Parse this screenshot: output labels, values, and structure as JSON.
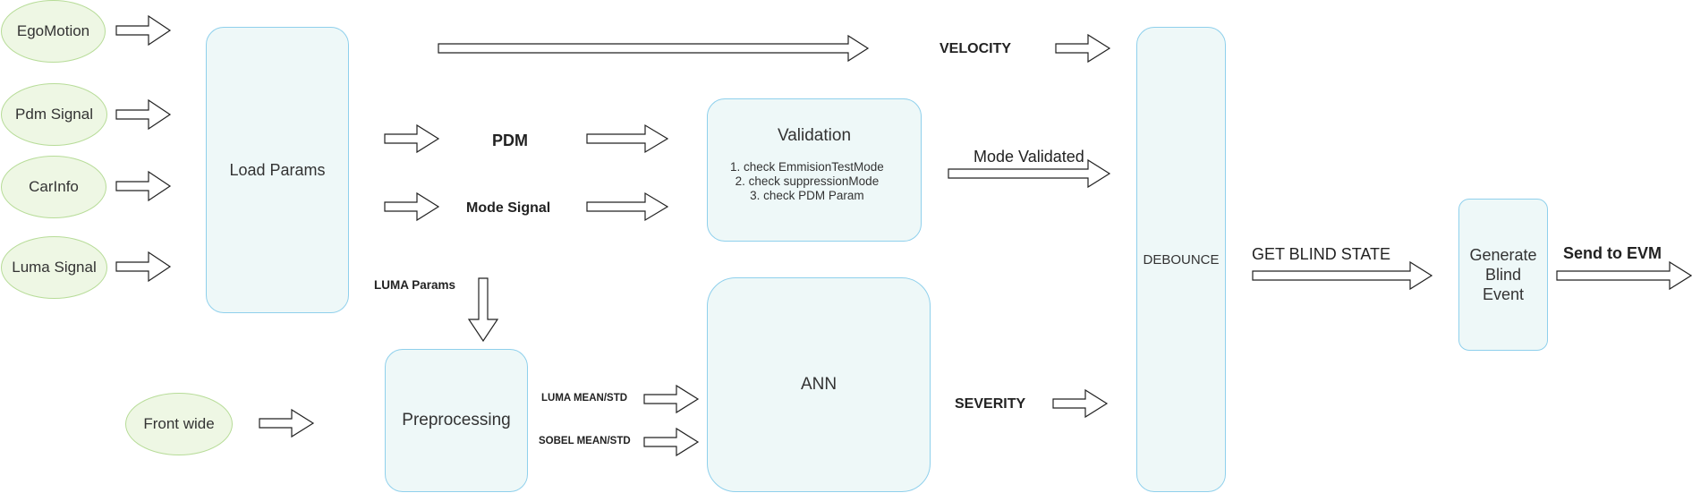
{
  "inputs": {
    "ego_motion": "EgoMotion",
    "pdm_signal": "Pdm Signal",
    "car_info": "CarInfo",
    "luma_signal": "Luma Signal",
    "front_wide": "Front wide"
  },
  "nodes": {
    "load_params": "Load Params",
    "validation": {
      "title": "Validation",
      "checks": [
        "1. check EmmisionTestMode",
        "2. check suppressionMode",
        "3. check PDM Param"
      ]
    },
    "ann": "ANN",
    "preprocessing": "Preprocessing",
    "debounce": "DEBOUNCE",
    "generate_blind_event": "Generate Blind Event"
  },
  "labels": {
    "velocity": "VELOCITY",
    "pdm": "PDM",
    "mode_signal": "Mode Signal",
    "luma_params": "LUMA Params",
    "mode_validated": "Mode Validated",
    "luma_mean_std": "LUMA MEAN/STD",
    "sobel_mean_std": "SOBEL MEAN/STD",
    "severity": "SEVERITY",
    "get_blind_state": "GET BLIND STATE",
    "send_to_evm": "Send to EVM"
  },
  "colors": {
    "input_fill": "#eef7e4",
    "input_border": "#b7dc98",
    "process_fill": "#eef8f8",
    "process_border": "#8fd0ec",
    "arrow_stroke": "#222222"
  }
}
